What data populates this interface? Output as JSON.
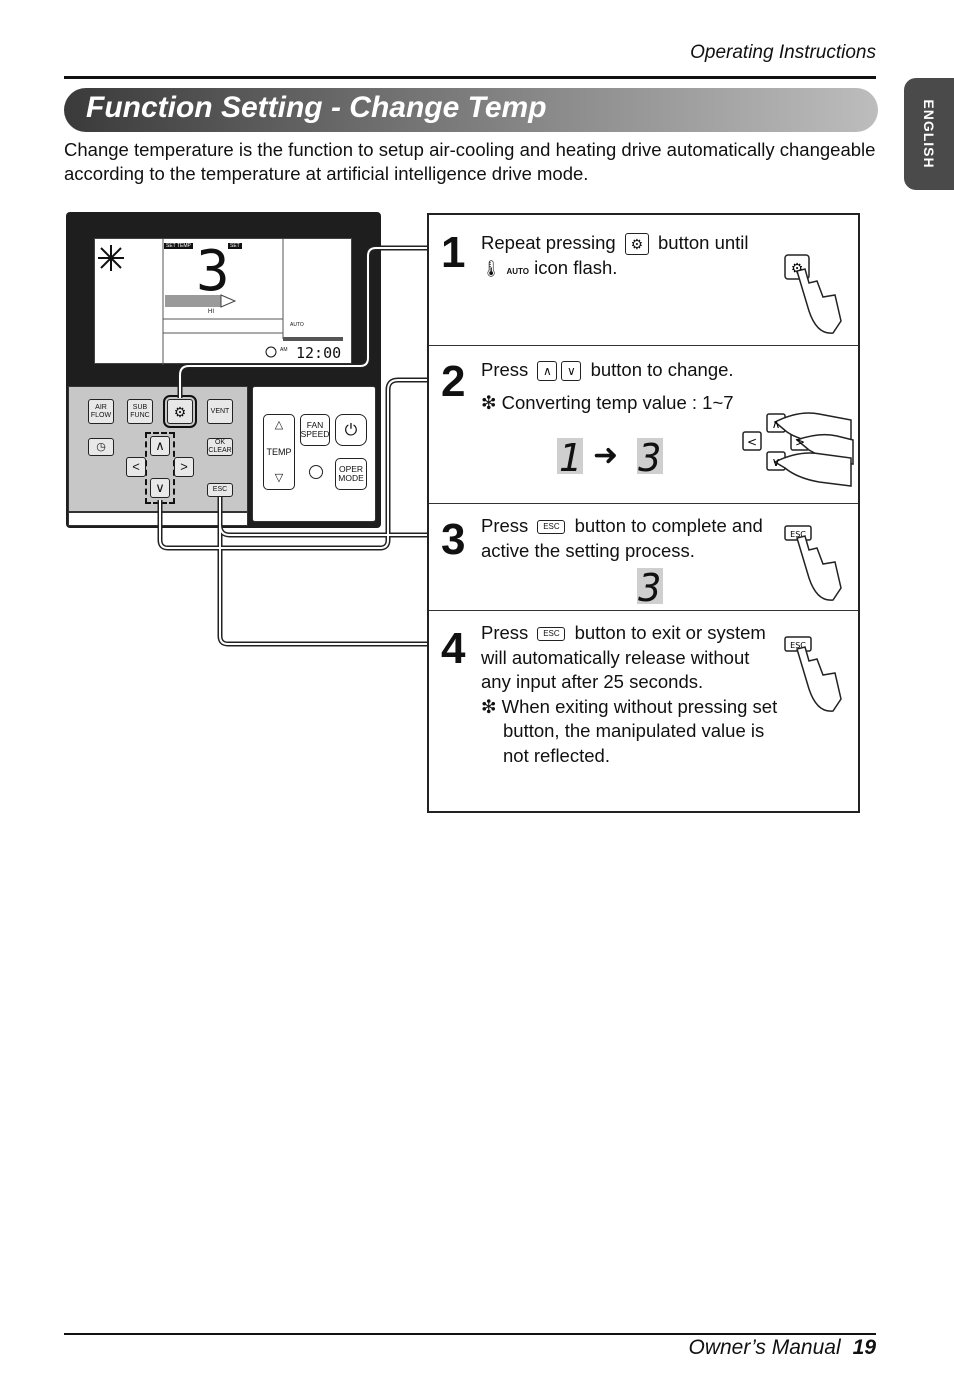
{
  "header": {
    "section": "Operating Instructions",
    "lang_tab": "ENGLISH"
  },
  "title": "Function Setting - Change Temp",
  "intro": "Change temperature is the function to setup air-cooling and heating drive automatically changeable according to the temperature at artificial intelligence drive mode.",
  "remote": {
    "lcd": {
      "digit": "3",
      "set_temp_tag": "SET TEMP",
      "set_tag": "SET",
      "fan_label": "HI",
      "time": "12:00",
      "am": "AM",
      "auto_label": "AUTO"
    },
    "buttons": {
      "air_flow": "AIR FLOW",
      "sub_func": "SUB FUNC",
      "vent": "VENT",
      "ok_clear": "OK CLEAR",
      "esc": "ESC",
      "temp": "TEMP",
      "fan_speed": "FAN SPEED",
      "oper_mode": "OPER MODE"
    }
  },
  "steps": [
    {
      "num": "1",
      "text_a": "Repeat pressing",
      "text_b": "button until",
      "text_c": "icon flash."
    },
    {
      "num": "2",
      "text_a": "Press",
      "text_b": "button to change.",
      "note": "❇ Converting temp value : 1~7",
      "from": "1",
      "to": "3"
    },
    {
      "num": "3",
      "text_a": "Press",
      "text_b": "button to complete and active the setting process.",
      "result": "3"
    },
    {
      "num": "4",
      "text_a": "Press",
      "text_b": "button to exit or system will automatically release without any input after 25 seconds.",
      "note": "❇ When exiting without pressing set button, the manipulated value is not reflected."
    }
  ],
  "footer": {
    "label": "Owner’s Manual",
    "page": "19"
  }
}
